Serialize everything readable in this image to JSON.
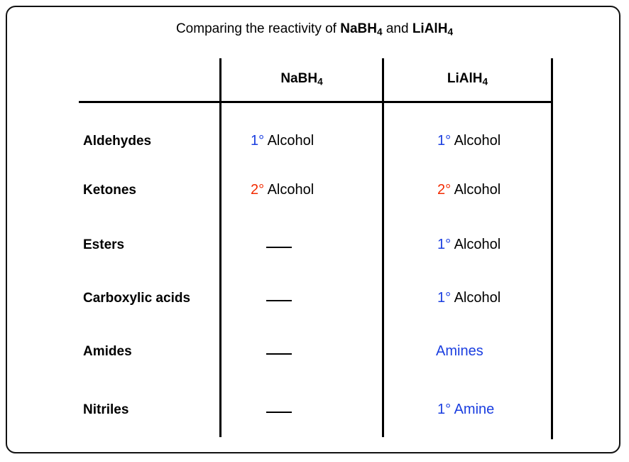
{
  "title": {
    "prefix": "Comparing the reactivity of ",
    "reagent1_main": "NaBH",
    "reagent1_sub": "4",
    "joiner": " and ",
    "reagent2_main": "LiAlH",
    "reagent2_sub": "4"
  },
  "columns": [
    {
      "main": "NaBH",
      "sub": "4"
    },
    {
      "main": "LiAlH",
      "sub": "4"
    }
  ],
  "rows": [
    {
      "label": "Aldehydes",
      "nabh4": {
        "prefix": "1°",
        "text": " Alcohol"
      },
      "lialh4": {
        "prefix": "1°",
        "text": " Alcohol"
      }
    },
    {
      "label": "Ketones",
      "nabh4": {
        "prefix": "2°",
        "text": " Alcohol"
      },
      "lialh4": {
        "prefix": "2°",
        "text": " Alcohol"
      }
    },
    {
      "label": "Esters",
      "nabh4": {
        "dash": true
      },
      "lialh4": {
        "prefix": "1°",
        "text": " Alcohol"
      }
    },
    {
      "label": "Carboxylic acids",
      "nabh4": {
        "dash": true
      },
      "lialh4": {
        "prefix": "1°",
        "text": " Alcohol"
      }
    },
    {
      "label": "Amides",
      "nabh4": {
        "dash": true
      },
      "lialh4": {
        "text": "Amines"
      }
    },
    {
      "label": "Nitriles",
      "nabh4": {
        "dash": true
      },
      "lialh4": {
        "text": "1° Amine"
      }
    }
  ],
  "colors": {
    "primary_blue": "#1a3ee0",
    "secondary_red": "#f22a00"
  }
}
